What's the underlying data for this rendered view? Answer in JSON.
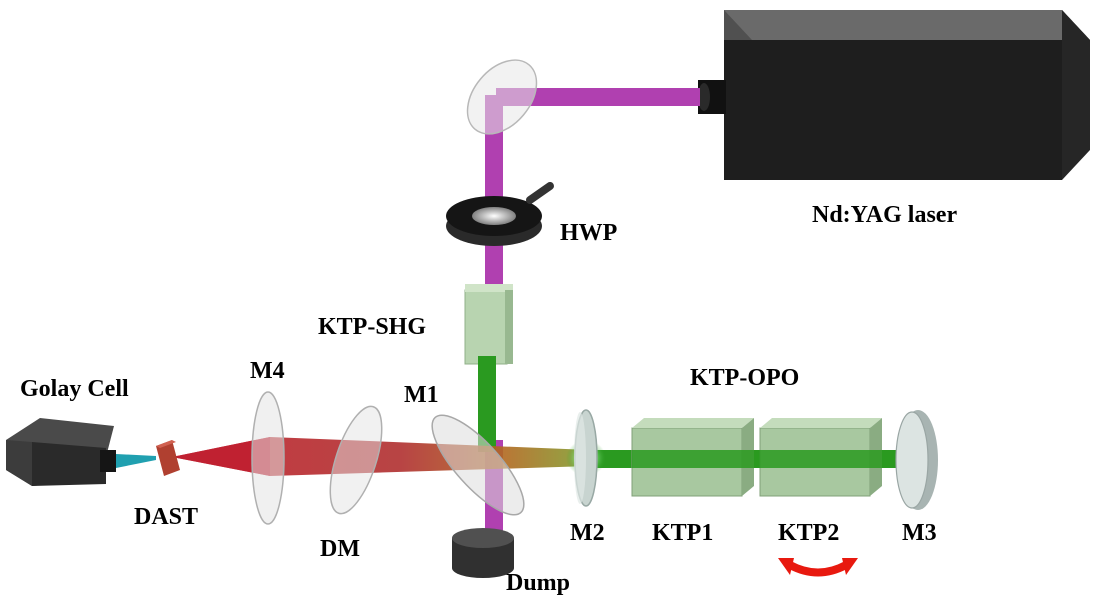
{
  "labels": {
    "laser": "Nd:YAG laser",
    "hwp": "HWP",
    "ktp_shg": "KTP-SHG",
    "ktp_opo": "KTP-OPO",
    "golay_cell": "Golay Cell",
    "m4": "M4",
    "m1": "M1",
    "m2": "M2",
    "m3": "M3",
    "dast": "DAST",
    "dm": "DM",
    "ktp1": "KTP1",
    "ktp2": "KTP2",
    "dump": "Dump"
  },
  "colors": {
    "pump_beam": "#b040b0",
    "green_beam": "#2a9a20",
    "thz_beam": "#a01818",
    "crystal": "#a8c8a0",
    "laser_box": "#4a4a4a",
    "rotation_arrow": "#e8190f",
    "dast_crystal": "#b04030"
  }
}
